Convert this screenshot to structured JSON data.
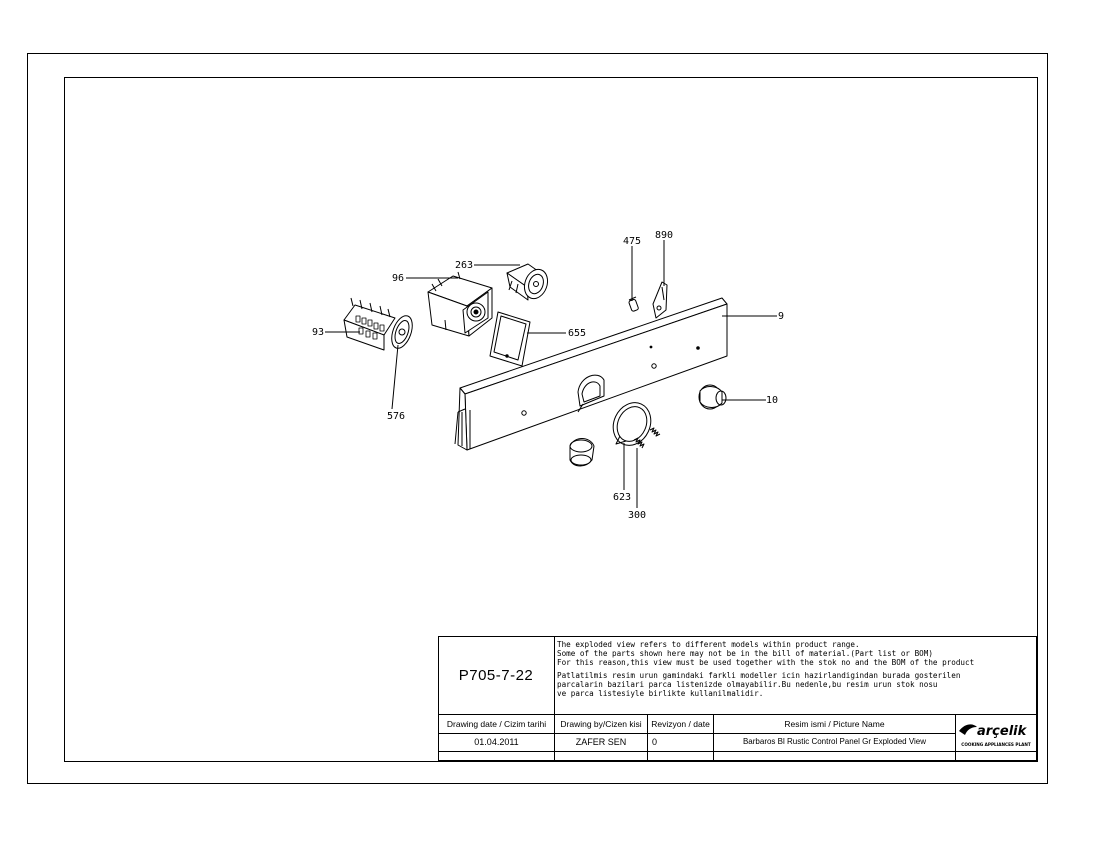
{
  "callouts": [
    "475",
    "890",
    "263",
    "96",
    "93",
    "655",
    "9",
    "576",
    "10",
    "623",
    "300"
  ],
  "title_block": {
    "drawing_code": "P705-7-22",
    "notes_en": [
      "The exploded view refers to different models within product range.",
      "Some of the parts shown here may not be in the bill of material.(Part list or BOM)",
      "For this reason,this view must be used together with the stok no and the BOM of the product"
    ],
    "notes_tr": [
      "Patlatilmis resim urun gamindaki farkli modeller icin hazirlandigindan burada gosterilen",
      "parcalarin bazilari parca listenizde olmayabilir.Bu nedenle,bu resim urun stok nosu",
      "ve parca listesiyle birlikte kullanilmalidir."
    ],
    "headers": {
      "date": "Drawing date / Cizim tarihi",
      "drawn_by": "Drawing by/Cizen kisi",
      "revision": "Revizyon / date",
      "picture_name": "Resim ismi / Picture Name"
    },
    "values": {
      "date": "01.04.2011",
      "drawn_by": "ZAFER SEN",
      "revision": "0",
      "picture_name": "Barbaros Bl Rustic Control Panel Gr Exploded View"
    },
    "logo": {
      "brand": "arçelik",
      "tagline": "COOKING APPLIANCES PLANT"
    }
  }
}
